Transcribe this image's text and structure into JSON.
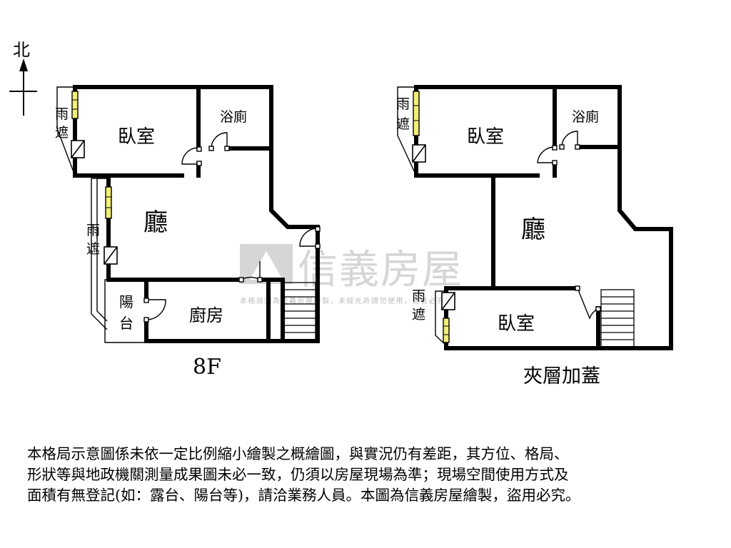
{
  "compass": {
    "label": "北"
  },
  "floor_8f": {
    "caption": "8F",
    "rooms": {
      "bedroom": "臥室",
      "bathroom": "浴廁",
      "living": "廳",
      "kitchen": "廚房",
      "balcony_1": "陽",
      "balcony_2": "台",
      "awning_top_1": "雨",
      "awning_top_2": "遮",
      "awning_mid_1": "雨",
      "awning_mid_2": "遮"
    }
  },
  "floor_mezz": {
    "caption": "夾層加蓋",
    "rooms": {
      "bedroom_top": "臥室",
      "bathroom": "浴廁",
      "living": "廳",
      "bedroom_bottom": "臥室",
      "awning_top_1": "雨",
      "awning_top_2": "遮",
      "awning_bot_1": "雨",
      "awning_bot_2": "遮"
    }
  },
  "watermark": {
    "brand": "信義房屋",
    "notice": "本格局圖為信義房屋繪製，未經允許請勿使用，違者必究"
  },
  "colors": {
    "wall": "#000000",
    "window_fill": "#f2ee78",
    "watermark": "#d6d6d6"
  },
  "disclaimer": {
    "line1": "本格局示意圖係未依一定比例縮小繪製之概繪圖，與實況仍有差距，其方位、格局、",
    "line2": "形狀等與地政機關測量成果圖未必一致，仍須以房屋現場為準；現場空間使用方式及",
    "line3": "面積有無登記(如：露台、陽台等)，請洽業務人員。本圖為信義房屋繪製，盜用必究。"
  }
}
